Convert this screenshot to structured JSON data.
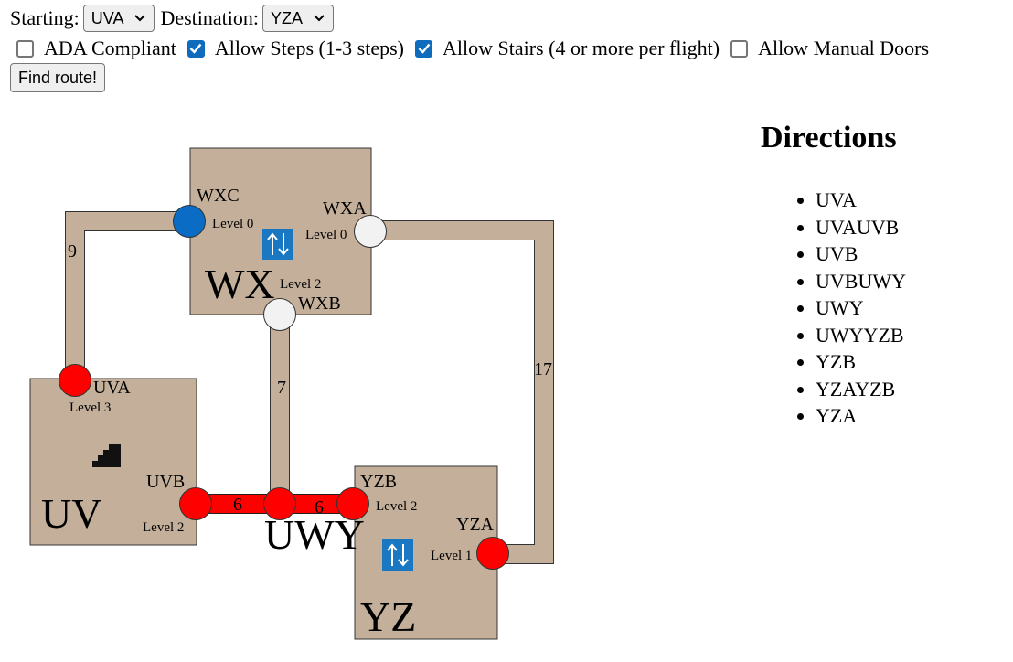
{
  "controls": {
    "starting_label": "Starting:",
    "starting_value": "UVA",
    "destination_label": "Destination:",
    "destination_value": "YZA",
    "options": [
      {
        "label": "ADA Compliant",
        "checked": false
      },
      {
        "label": "Allow Steps (1-3 steps)",
        "checked": true
      },
      {
        "label": "Allow Stairs (4 or more per flight)",
        "checked": true
      },
      {
        "label": "Allow Manual Doors",
        "checked": false
      }
    ],
    "find_button": "Find route!"
  },
  "map": {
    "colors": {
      "room": "#c4b09a",
      "route": "#ff0000",
      "start": "#0a6cc4",
      "unused_node": "#f2f2f2",
      "elevator": "#1a78c2"
    },
    "rooms": {
      "wx": "WX",
      "uv": "UV",
      "yz": "YZ",
      "uwy": "UWY"
    },
    "nodes": {
      "wxc": {
        "name": "WXC",
        "level": "Level 0"
      },
      "wxa": {
        "name": "WXA",
        "level": "Level 0"
      },
      "wxb": {
        "name": "WXB",
        "level": "Level 2"
      },
      "uva": {
        "name": "UVA",
        "level": "Level 3"
      },
      "uvb": {
        "name": "UVB",
        "level": "Level 2"
      },
      "yzb": {
        "name": "YZB",
        "level": "Level 2"
      },
      "yza": {
        "name": "YZA",
        "level": "Level 1"
      }
    },
    "weights": {
      "wxc_uva": "9",
      "wxb_uwy": "7",
      "wxa_yza": "17",
      "uvb_uwy": "6",
      "uwy_yzb": "6"
    },
    "icons": [
      "elevator-icon",
      "stairs-icon",
      "elevator-icon"
    ]
  },
  "directions": {
    "title": "Directions",
    "steps": [
      "UVA",
      "UVAUVB",
      "UVB",
      "UVBUWY",
      "UWY",
      "UWYYZB",
      "YZB",
      "YZAYZB",
      "YZA"
    ]
  }
}
